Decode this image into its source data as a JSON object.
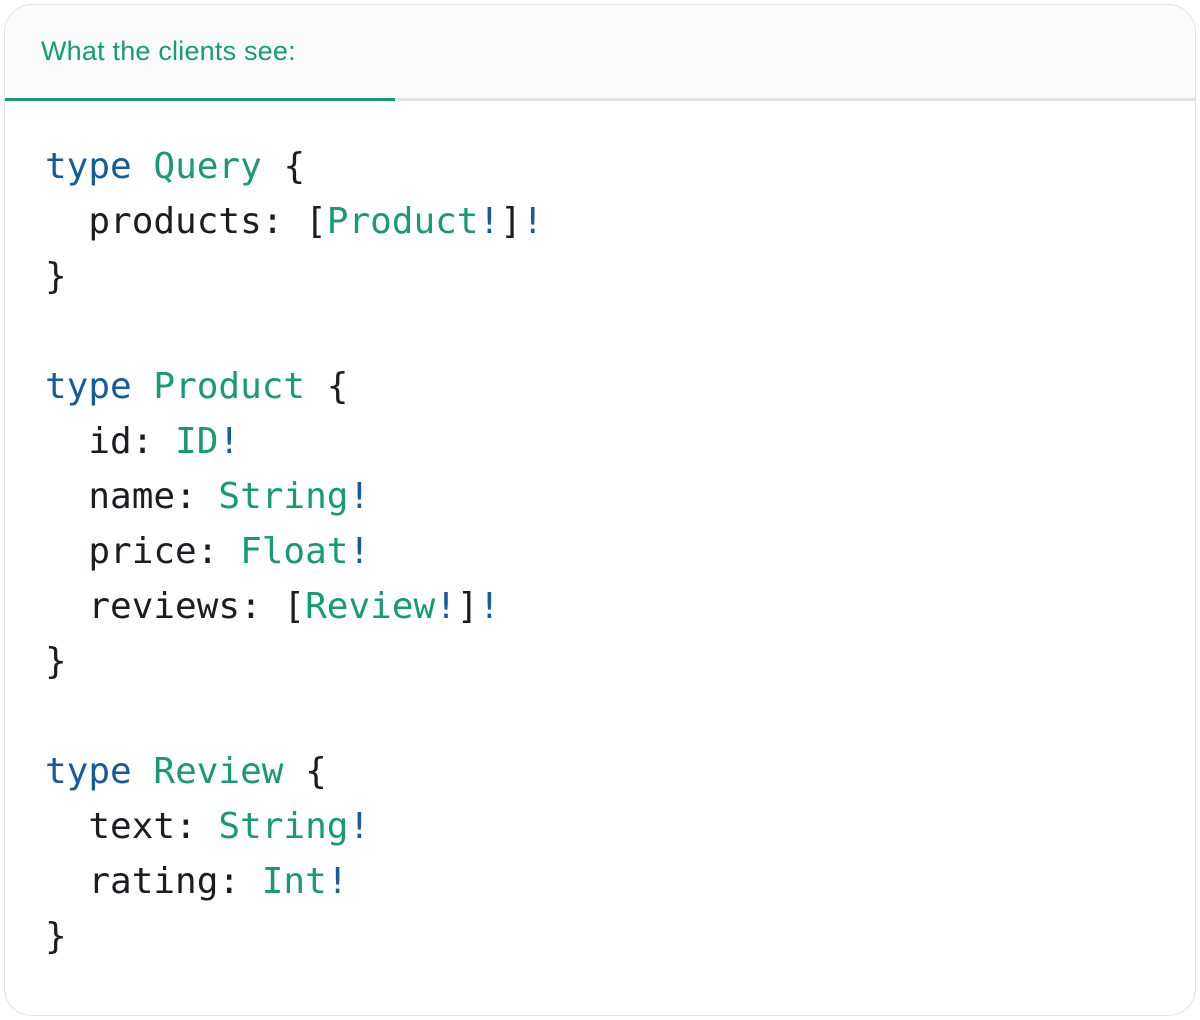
{
  "card": {
    "tab_label": "What the clients see:"
  },
  "colors": {
    "accent_teal": "#169B76",
    "keyword_blue": "#165B9D",
    "code_text": "#1A1D21",
    "divider_gray": "#E4E4E4",
    "header_bg": "#FBFBFB",
    "card_border": "#DEE6DF",
    "card_bg": "#FFFFFF"
  },
  "code": {
    "language": "graphql",
    "lines": [
      [
        [
          "kw",
          "type"
        ],
        [
          "plain",
          " "
        ],
        [
          "type",
          "Query"
        ],
        [
          "plain",
          " {"
        ]
      ],
      [
        [
          "plain",
          "  products: ["
        ],
        [
          "type",
          "Product"
        ],
        [
          "bang",
          "!"
        ],
        [
          "plain",
          "]"
        ],
        [
          "bang",
          "!"
        ]
      ],
      [
        [
          "plain",
          "}"
        ]
      ],
      [],
      [
        [
          "kw",
          "type"
        ],
        [
          "plain",
          " "
        ],
        [
          "type",
          "Product"
        ],
        [
          "plain",
          " {"
        ]
      ],
      [
        [
          "plain",
          "  id: "
        ],
        [
          "type",
          "ID"
        ],
        [
          "bang",
          "!"
        ]
      ],
      [
        [
          "plain",
          "  name: "
        ],
        [
          "type",
          "String"
        ],
        [
          "bang",
          "!"
        ]
      ],
      [
        [
          "plain",
          "  price: "
        ],
        [
          "type",
          "Float"
        ],
        [
          "bang",
          "!"
        ]
      ],
      [
        [
          "plain",
          "  reviews: ["
        ],
        [
          "type",
          "Review"
        ],
        [
          "bang",
          "!"
        ],
        [
          "plain",
          "]"
        ],
        [
          "bang",
          "!"
        ]
      ],
      [
        [
          "plain",
          "}"
        ]
      ],
      [],
      [
        [
          "kw",
          "type"
        ],
        [
          "plain",
          " "
        ],
        [
          "type",
          "Review"
        ],
        [
          "plain",
          " {"
        ]
      ],
      [
        [
          "plain",
          "  text: "
        ],
        [
          "type",
          "String"
        ],
        [
          "bang",
          "!"
        ]
      ],
      [
        [
          "plain",
          "  rating: "
        ],
        [
          "type",
          "Int"
        ],
        [
          "bang",
          "!"
        ]
      ],
      [
        [
          "plain",
          "}"
        ]
      ]
    ]
  }
}
